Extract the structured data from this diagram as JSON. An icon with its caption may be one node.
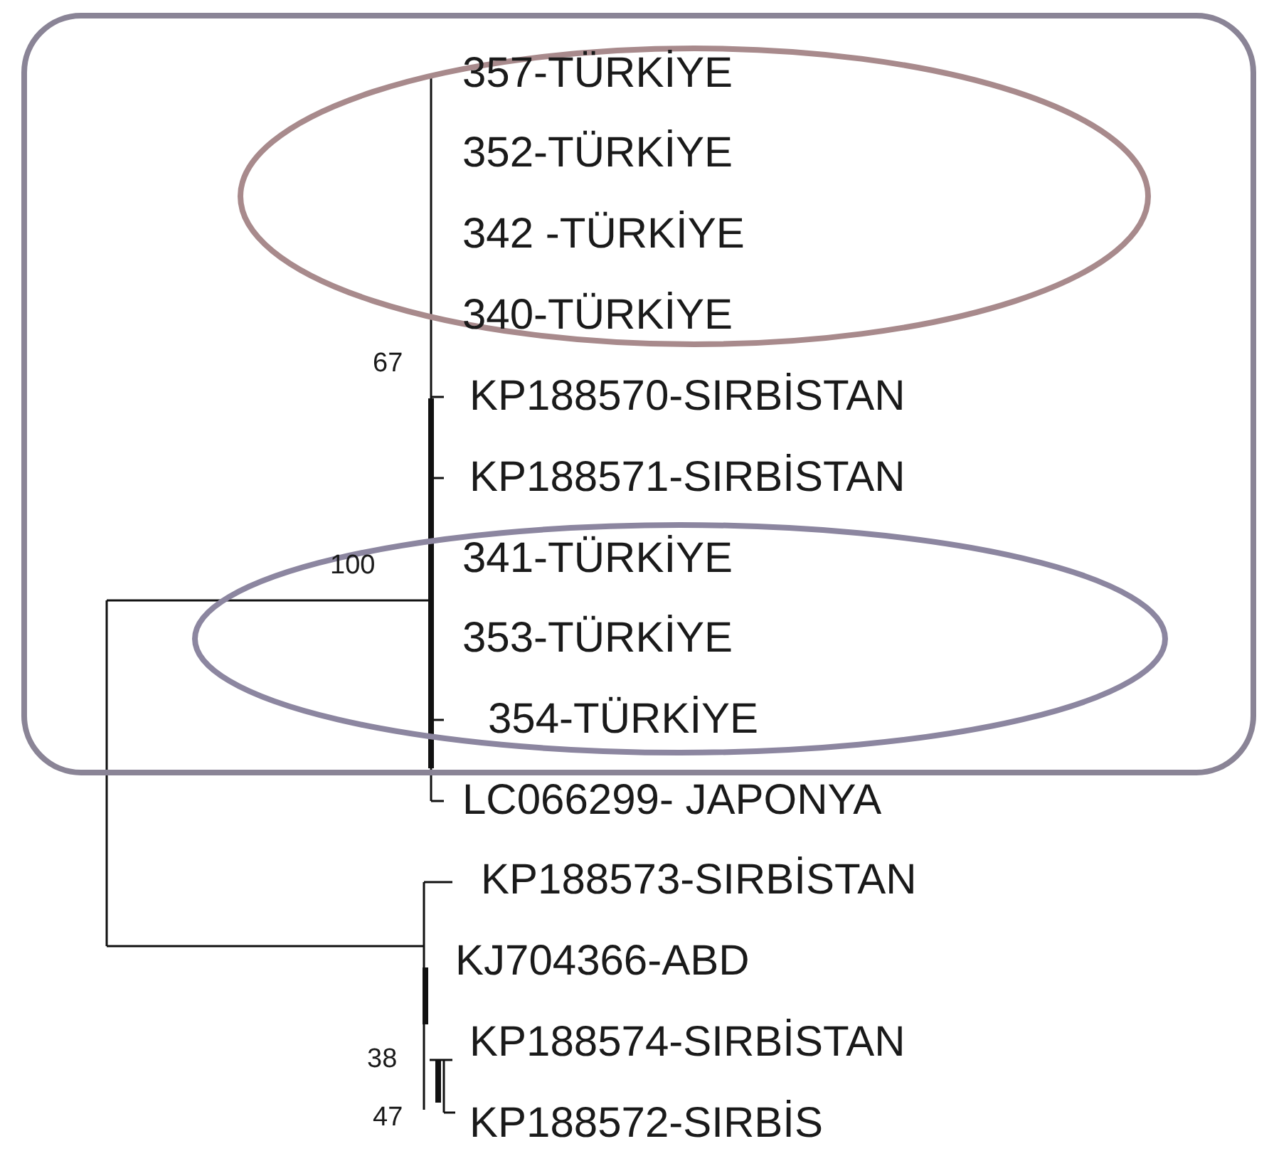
{
  "diagram": {
    "nodes": [
      {
        "text": [],
        "shape": "box"
      },
      {
        "text": [],
        "shape": "ellipse",
        "in": 0
      },
      {
        "text": [],
        "shape": "ellipse",
        "in": 0
      }
    ],
    "labels": [
      "357-TÜRKİYE",
      "352-TÜRKİYE",
      "342 -TÜRKİYE",
      "340-TÜRKİYE",
      "67",
      "KP188570-SIRBİSTAN",
      "KP188571-SIRBİSTAN",
      "100",
      "341-TÜRKİYE",
      "353-TÜRKİYE",
      "354-TÜRKİYE",
      "LC066299- JAPONYA",
      "KP188573-SIRBİSTAN",
      "KJ704366-ABD",
      "38",
      "KP188574-SIRBİSTAN",
      "47",
      "KP188572-SIRBİS"
    ]
  }
}
